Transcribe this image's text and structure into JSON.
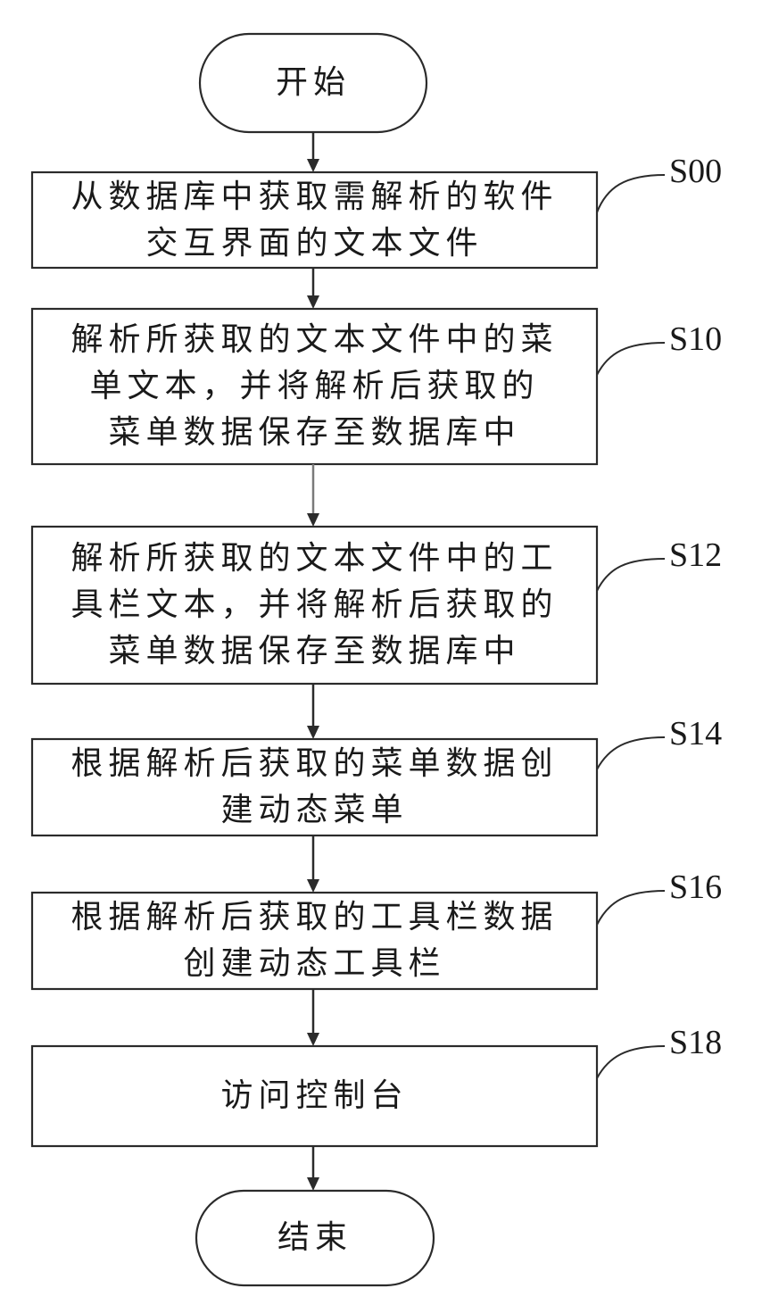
{
  "nodes": {
    "start": {
      "text": "开始"
    },
    "s00": {
      "label": "S00",
      "lines": [
        "从数据库中获取需解析的软件",
        "交互界面的文本文件"
      ]
    },
    "s10": {
      "label": "S10",
      "lines": [
        "解析所获取的文本文件中的菜",
        "单文本，并将解析后获取的",
        "菜单数据保存至数据库中"
      ]
    },
    "s12": {
      "label": "S12",
      "lines": [
        "解析所获取的文本文件中的工",
        "具栏文本，并将解析后获取的",
        "菜单数据保存至数据库中"
      ]
    },
    "s14": {
      "label": "S14",
      "lines": [
        "根据解析后获取的菜单数据创",
        "建动态菜单"
      ]
    },
    "s16": {
      "label": "S16",
      "lines": [
        "根据解析后获取的工具栏数据",
        "创建动态工具栏"
      ]
    },
    "s18": {
      "label": "S18",
      "lines": [
        "访问控制台"
      ]
    },
    "end": {
      "text": "结束"
    }
  }
}
